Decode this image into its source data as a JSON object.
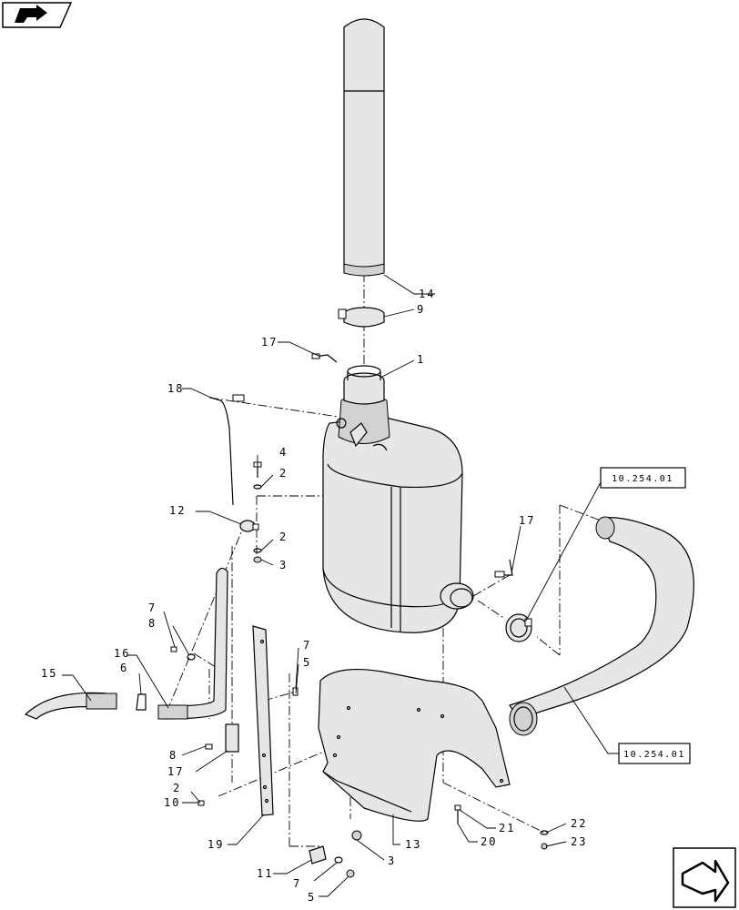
{
  "diagram": {
    "callouts": [
      {
        "id": "callout-14",
        "text": "14"
      },
      {
        "id": "callout-9-top",
        "text": "9"
      },
      {
        "id": "callout-17-top",
        "text": "17"
      },
      {
        "id": "callout-1",
        "text": "1"
      },
      {
        "id": "callout-18",
        "text": "18"
      },
      {
        "id": "callout-4",
        "text": "4"
      },
      {
        "id": "callout-2-a",
        "text": "2"
      },
      {
        "id": "callout-12",
        "text": "12"
      },
      {
        "id": "callout-2-b",
        "text": "2"
      },
      {
        "id": "callout-3-a",
        "text": "3"
      },
      {
        "id": "callout-17-right",
        "text": "17"
      },
      {
        "id": "callout-7-a",
        "text": "7"
      },
      {
        "id": "callout-8-a",
        "text": "8"
      },
      {
        "id": "callout-16",
        "text": "16"
      },
      {
        "id": "callout-15",
        "text": "15"
      },
      {
        "id": "callout-6",
        "text": "6"
      },
      {
        "id": "callout-7-b",
        "text": "7"
      },
      {
        "id": "callout-5-a",
        "text": "5"
      },
      {
        "id": "callout-8-b",
        "text": "8"
      },
      {
        "id": "callout-17-bottom",
        "text": "17"
      },
      {
        "id": "callout-2-c",
        "text": "2"
      },
      {
        "id": "callout-10",
        "text": "10"
      },
      {
        "id": "callout-19",
        "text": "19"
      },
      {
        "id": "callout-13",
        "text": "13"
      },
      {
        "id": "callout-21",
        "text": "21"
      },
      {
        "id": "callout-20",
        "text": "20"
      },
      {
        "id": "callout-3-b",
        "text": "3"
      },
      {
        "id": "callout-11",
        "text": "11"
      },
      {
        "id": "callout-7-c",
        "text": "7"
      },
      {
        "id": "callout-5-b",
        "text": "5"
      },
      {
        "id": "callout-22",
        "text": "22"
      },
      {
        "id": "callout-23",
        "text": "23"
      }
    ],
    "references": [
      {
        "id": "ref-upper",
        "text": "10.254.01"
      },
      {
        "id": "ref-lower",
        "text": "10.254.01"
      }
    ]
  }
}
